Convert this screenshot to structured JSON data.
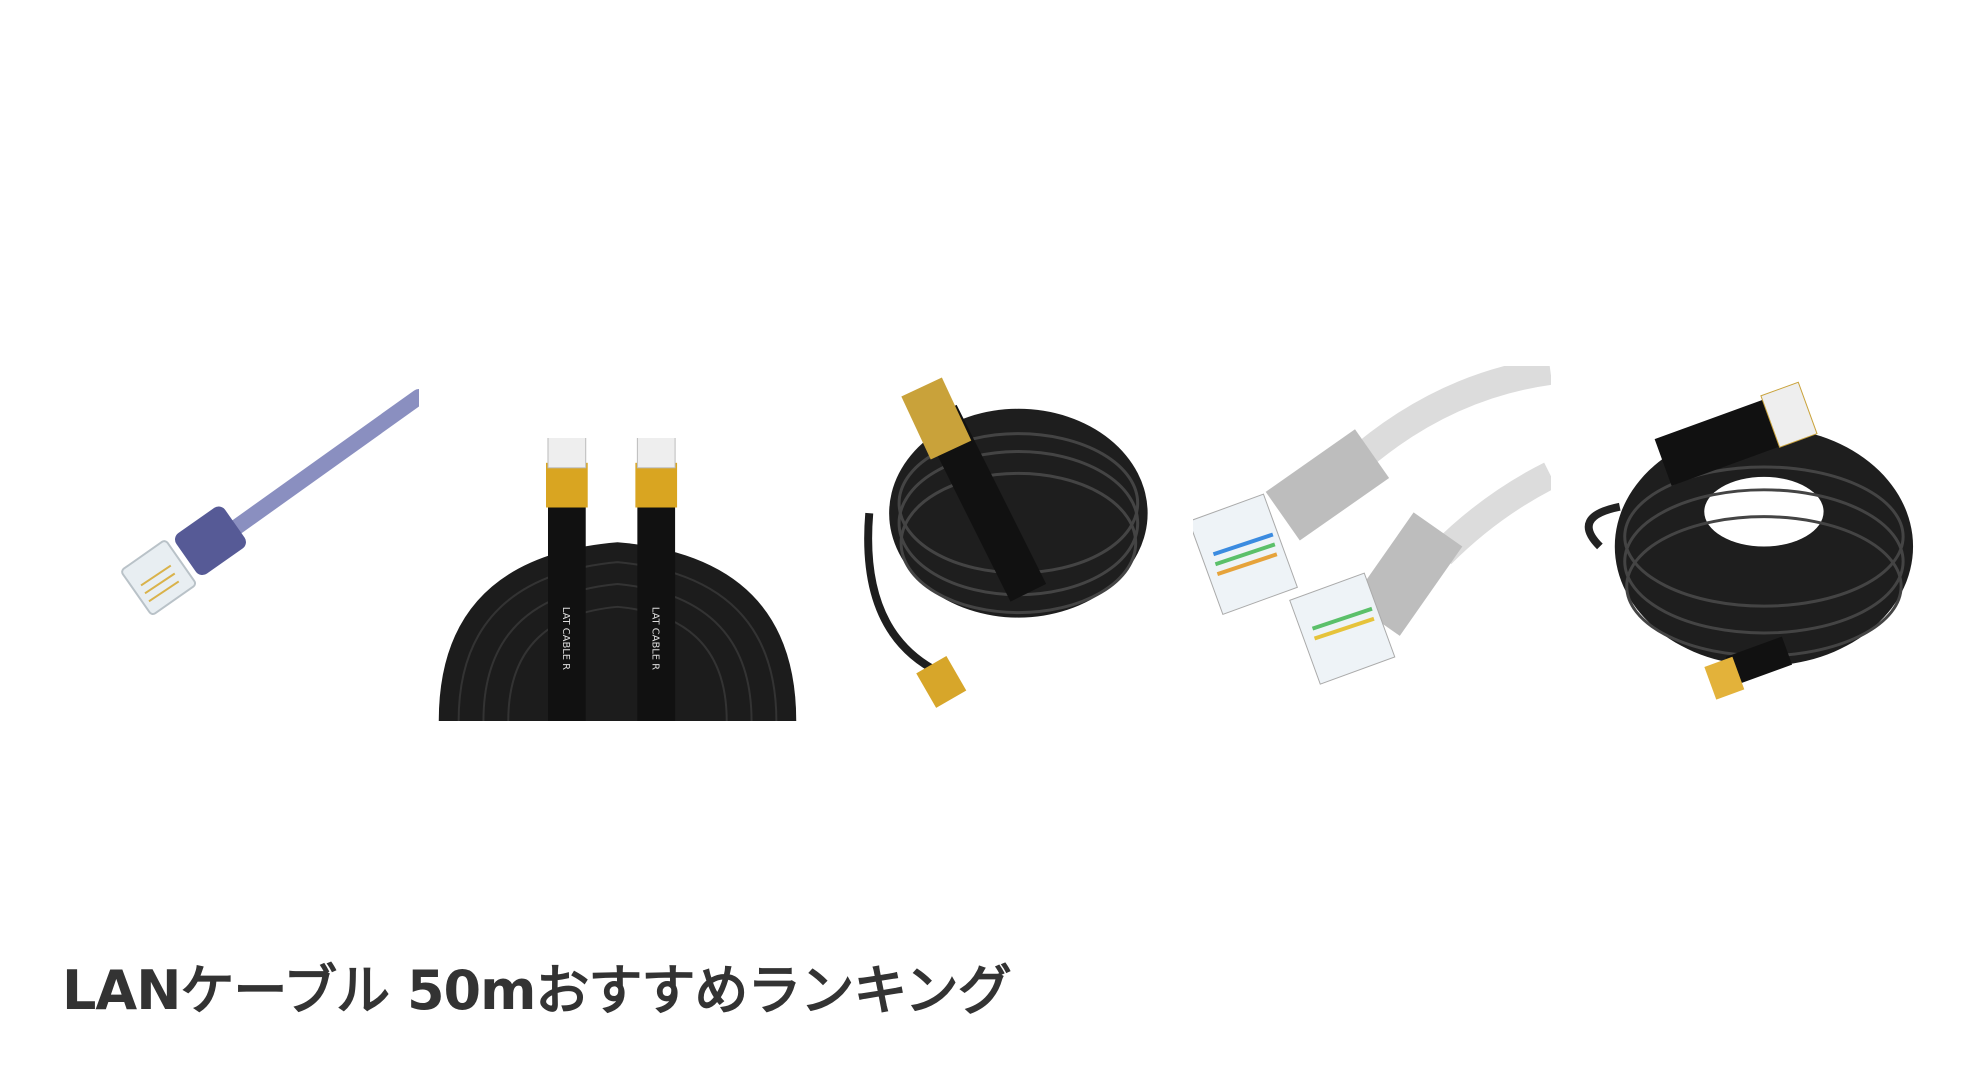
{
  "page_title": "LANケーブル 50mおすすめランキング",
  "products": [
    {
      "name": "blue-lan-cable",
      "color": "#7b80b5"
    },
    {
      "name": "black-flat-lan-cable",
      "color": "#1a1a1a",
      "print": "LAT CABLE R"
    },
    {
      "name": "black-round-lan-cable-gold",
      "color": "#1a1a1a"
    },
    {
      "name": "gray-lan-cable",
      "color": "#d8d8d8"
    },
    {
      "name": "black-lan-cable-coil",
      "color": "#1a1a1a"
    }
  ]
}
